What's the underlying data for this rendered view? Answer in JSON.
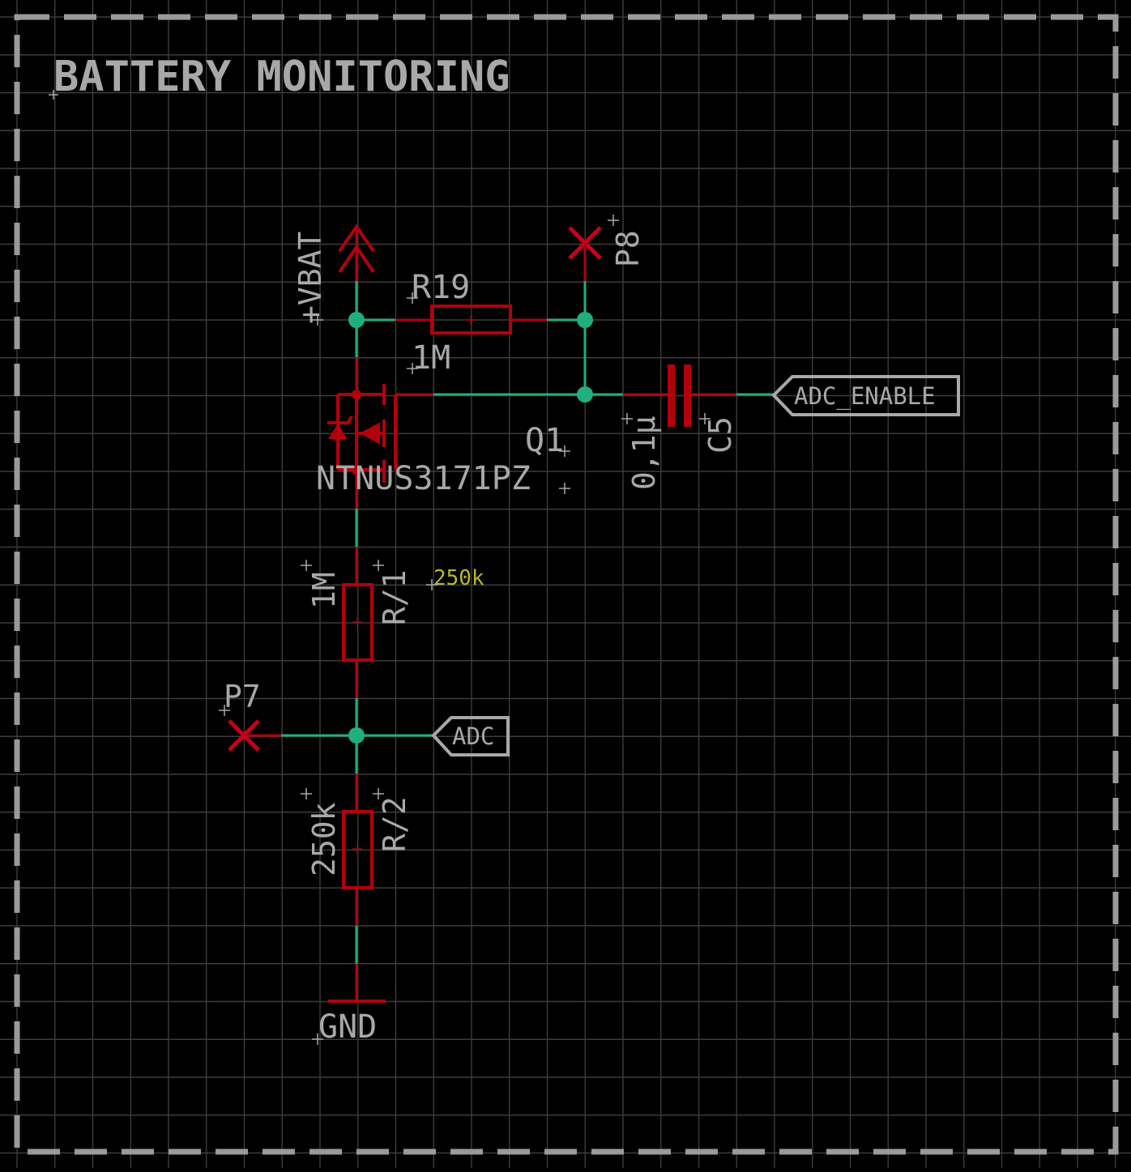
{
  "sheet": {
    "title": "BATTERY MONITORING",
    "colors": {
      "background": "#000000",
      "grid": "#3c3c3c",
      "frame": "#9a9a9a",
      "wire": "#1fae7f",
      "symbol": "#b3000d",
      "text": "#a8a8a8",
      "attribute": "#b8b825"
    }
  },
  "components": {
    "vbat": {
      "name": "+VBAT",
      "type": "supply-symbol"
    },
    "r19": {
      "name": "R19",
      "value": "1M",
      "type": "resistor"
    },
    "p8": {
      "name": "P8",
      "type": "not-connected"
    },
    "q1": {
      "name": "Q1",
      "value": "NTNUS3171PZ",
      "type": "p-mosfet"
    },
    "c5": {
      "name": "C5",
      "value": "0,1µ",
      "type": "capacitor"
    },
    "r1": {
      "name": "R/1",
      "value": "1M",
      "extra_attribute": "250k",
      "type": "resistor"
    },
    "p7": {
      "name": "P7",
      "type": "not-connected"
    },
    "r2": {
      "name": "R/2",
      "value": "250k",
      "type": "resistor"
    },
    "gnd": {
      "name": "GND",
      "type": "ground-symbol"
    }
  },
  "net_labels": {
    "adc_enable": "ADC_ENABLE",
    "adc": "ADC"
  }
}
